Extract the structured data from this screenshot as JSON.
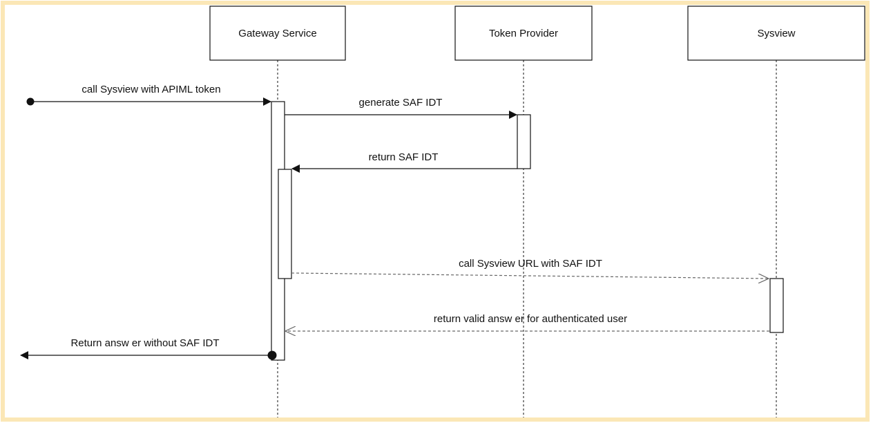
{
  "participants": [
    {
      "id": "gateway",
      "label": "Gateway Service"
    },
    {
      "id": "token",
      "label": "Token Provider"
    },
    {
      "id": "sysview",
      "label": "Sysview"
    }
  ],
  "messages": [
    {
      "id": "m1",
      "label": "call Sysview  with APIML token",
      "style": "solid"
    },
    {
      "id": "m2",
      "label": "generate SAF IDT",
      "style": "solid"
    },
    {
      "id": "m3",
      "label": "return SAF IDT",
      "style": "solid"
    },
    {
      "id": "m4",
      "label": "call Sysview  URL with SAF IDT",
      "style": "dashed"
    },
    {
      "id": "m5",
      "label": "return valid answ er for authenticated user",
      "style": "dashed"
    },
    {
      "id": "m6",
      "label": "Return answ er without SAF IDT",
      "style": "solid"
    }
  ],
  "colors": {
    "border": "#fbe7b6",
    "line": "#111111",
    "dashed": "#666666"
  }
}
